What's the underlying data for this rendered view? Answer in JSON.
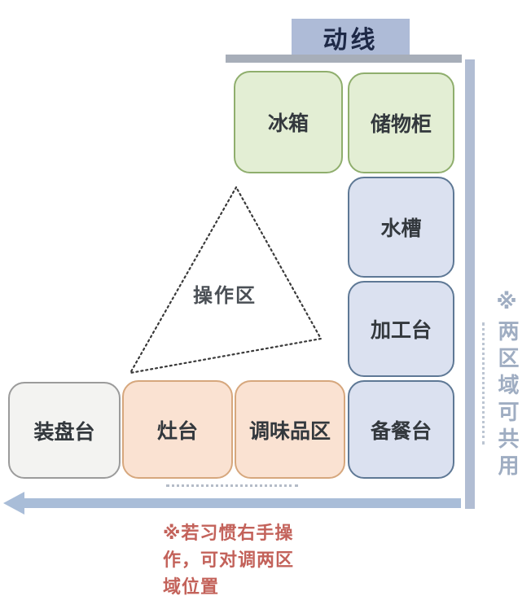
{
  "diagram": {
    "title": "动线",
    "work_triangle": {
      "label": "操作区"
    },
    "stations": [
      {
        "label": "冰箱",
        "fill": "#e3eed4",
        "border": "#8fae6d"
      },
      {
        "label": "储物柜",
        "fill": "#e3eed4",
        "border": "#8fae6d"
      },
      {
        "label": "水槽",
        "fill": "#dbe1f0",
        "border": "#5e7895"
      },
      {
        "label": "加工台",
        "fill": "#dbe1f0",
        "border": "#5e7895"
      },
      {
        "label": "备餐台",
        "fill": "#dbe1f0",
        "border": "#5e7895"
      },
      {
        "label": "调味品区",
        "fill": "#fae2d2",
        "border": "#d6a77d"
      },
      {
        "label": "灶台",
        "fill": "#fae2d2",
        "border": "#d6a77d"
      },
      {
        "label": "装盘台",
        "fill": "#f3f3f1",
        "border": "#9b9b9b"
      }
    ],
    "notes": {
      "right_vertical": "※两区域可共用",
      "bottom_line1": "※若习惯右手操",
      "bottom_line2": "作，可对调两区",
      "bottom_line3": "域位置"
    },
    "colors": {
      "banner_bg": "#aebbd7",
      "banner_text": "#1e2947",
      "wall_top": "#a7aeb9",
      "wall_right": "#b1bdd3",
      "flow_arrow": "#a9bdd8",
      "note_right_text": "#9fadc2",
      "note_bottom_text": "#c3625a",
      "triangle_stroke": "#3a3a3a"
    }
  }
}
